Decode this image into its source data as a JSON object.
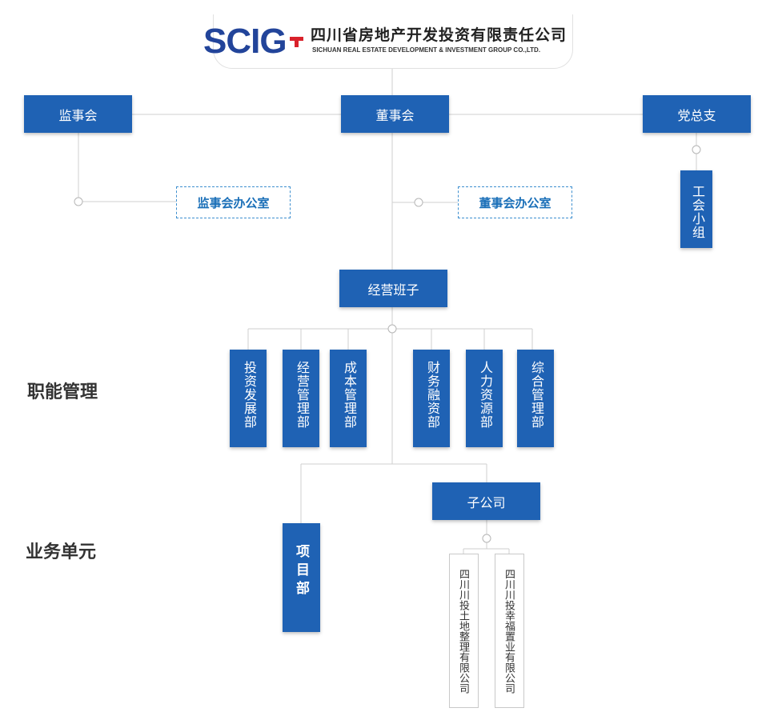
{
  "logo": {
    "mark": "SCIG",
    "name_cn": "四川省房地产开发投资有限责任公司",
    "name_en": "SICHUAN  REAL ESTATE DEVELOPMENT & INVESTMENT GROUP CO.,LTD.",
    "colors": {
      "blue": "#22449a",
      "red": "#d9222b"
    }
  },
  "nodes": {
    "supervisory_board": "监事会",
    "board_of_directors": "董事会",
    "party_branch": "党总支",
    "supervisory_office": "监事会办公室",
    "board_office": "董事会办公室",
    "union_group": "工会小组",
    "management_team": "经营班子",
    "subsidiaries": "子公司",
    "projects": "项目部"
  },
  "sections": {
    "functional": "职能管理",
    "business": "业务单元"
  },
  "departments": [
    "投资发展部",
    "经营管理部",
    "成本管理部",
    "财务融资部",
    "人力资源部",
    "综合管理部"
  ],
  "subsidiary_companies": [
    "四川川投土地整理有限公司",
    "四川川投幸福置业有限公司"
  ],
  "colors": {
    "box": "#1f62b4",
    "dashed_border": "#3d8fcf",
    "line": "#cccccc"
  }
}
